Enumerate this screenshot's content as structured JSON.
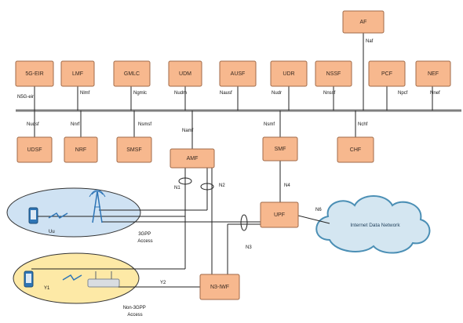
{
  "network_functions": {
    "af": "AF",
    "fiveg_eir": "5G-EIR",
    "lmf": "LMF",
    "gmlc": "GMLC",
    "udm": "UDM",
    "ausf": "AUSF",
    "udr": "UDR",
    "nssf": "NSSF",
    "pcf": "PCF",
    "nef": "NEF",
    "udsf": "UDSF",
    "nrf": "NRF",
    "smsf": "SMSF",
    "amf": "AMF",
    "smf": "SMF",
    "chf": "CHF",
    "upf": "UPF",
    "n3iwf": "N3-IWF"
  },
  "interfaces": {
    "naf": "Naf",
    "n5g_eir": "N5G-eir",
    "nlmf": "Nlmf",
    "ngmlc": "Ngmlc",
    "nudm": "Nudm",
    "nausf": "Nausf",
    "nudr": "Nudr",
    "nnssf": "Nnssf",
    "npcf": "Npcf",
    "nnef": "Nnef",
    "nudsf": "Nudsf",
    "nnrf": "Nnrf",
    "nsmsf": "Nsmsf",
    "namf": "Namf",
    "nsmf": "Nsmf",
    "nchf": "Nchf",
    "n1": "N1",
    "n2": "N2",
    "n3": "N3",
    "n4": "N4",
    "n6": "N6",
    "uu": "Uu",
    "y1": "Y1",
    "y2": "Y2"
  },
  "access": {
    "three_gpp": "3GPP Access",
    "non_three_gpp": "Non-3GPP Access"
  },
  "cloud_label": "Internet Data Network",
  "colors": {
    "nf_fill": "#f7b88e",
    "cloud_fill": "#d4e6f1",
    "three_gpp_fill": "#cfe2f3",
    "non_three_gpp_fill": "#fde9a6"
  }
}
